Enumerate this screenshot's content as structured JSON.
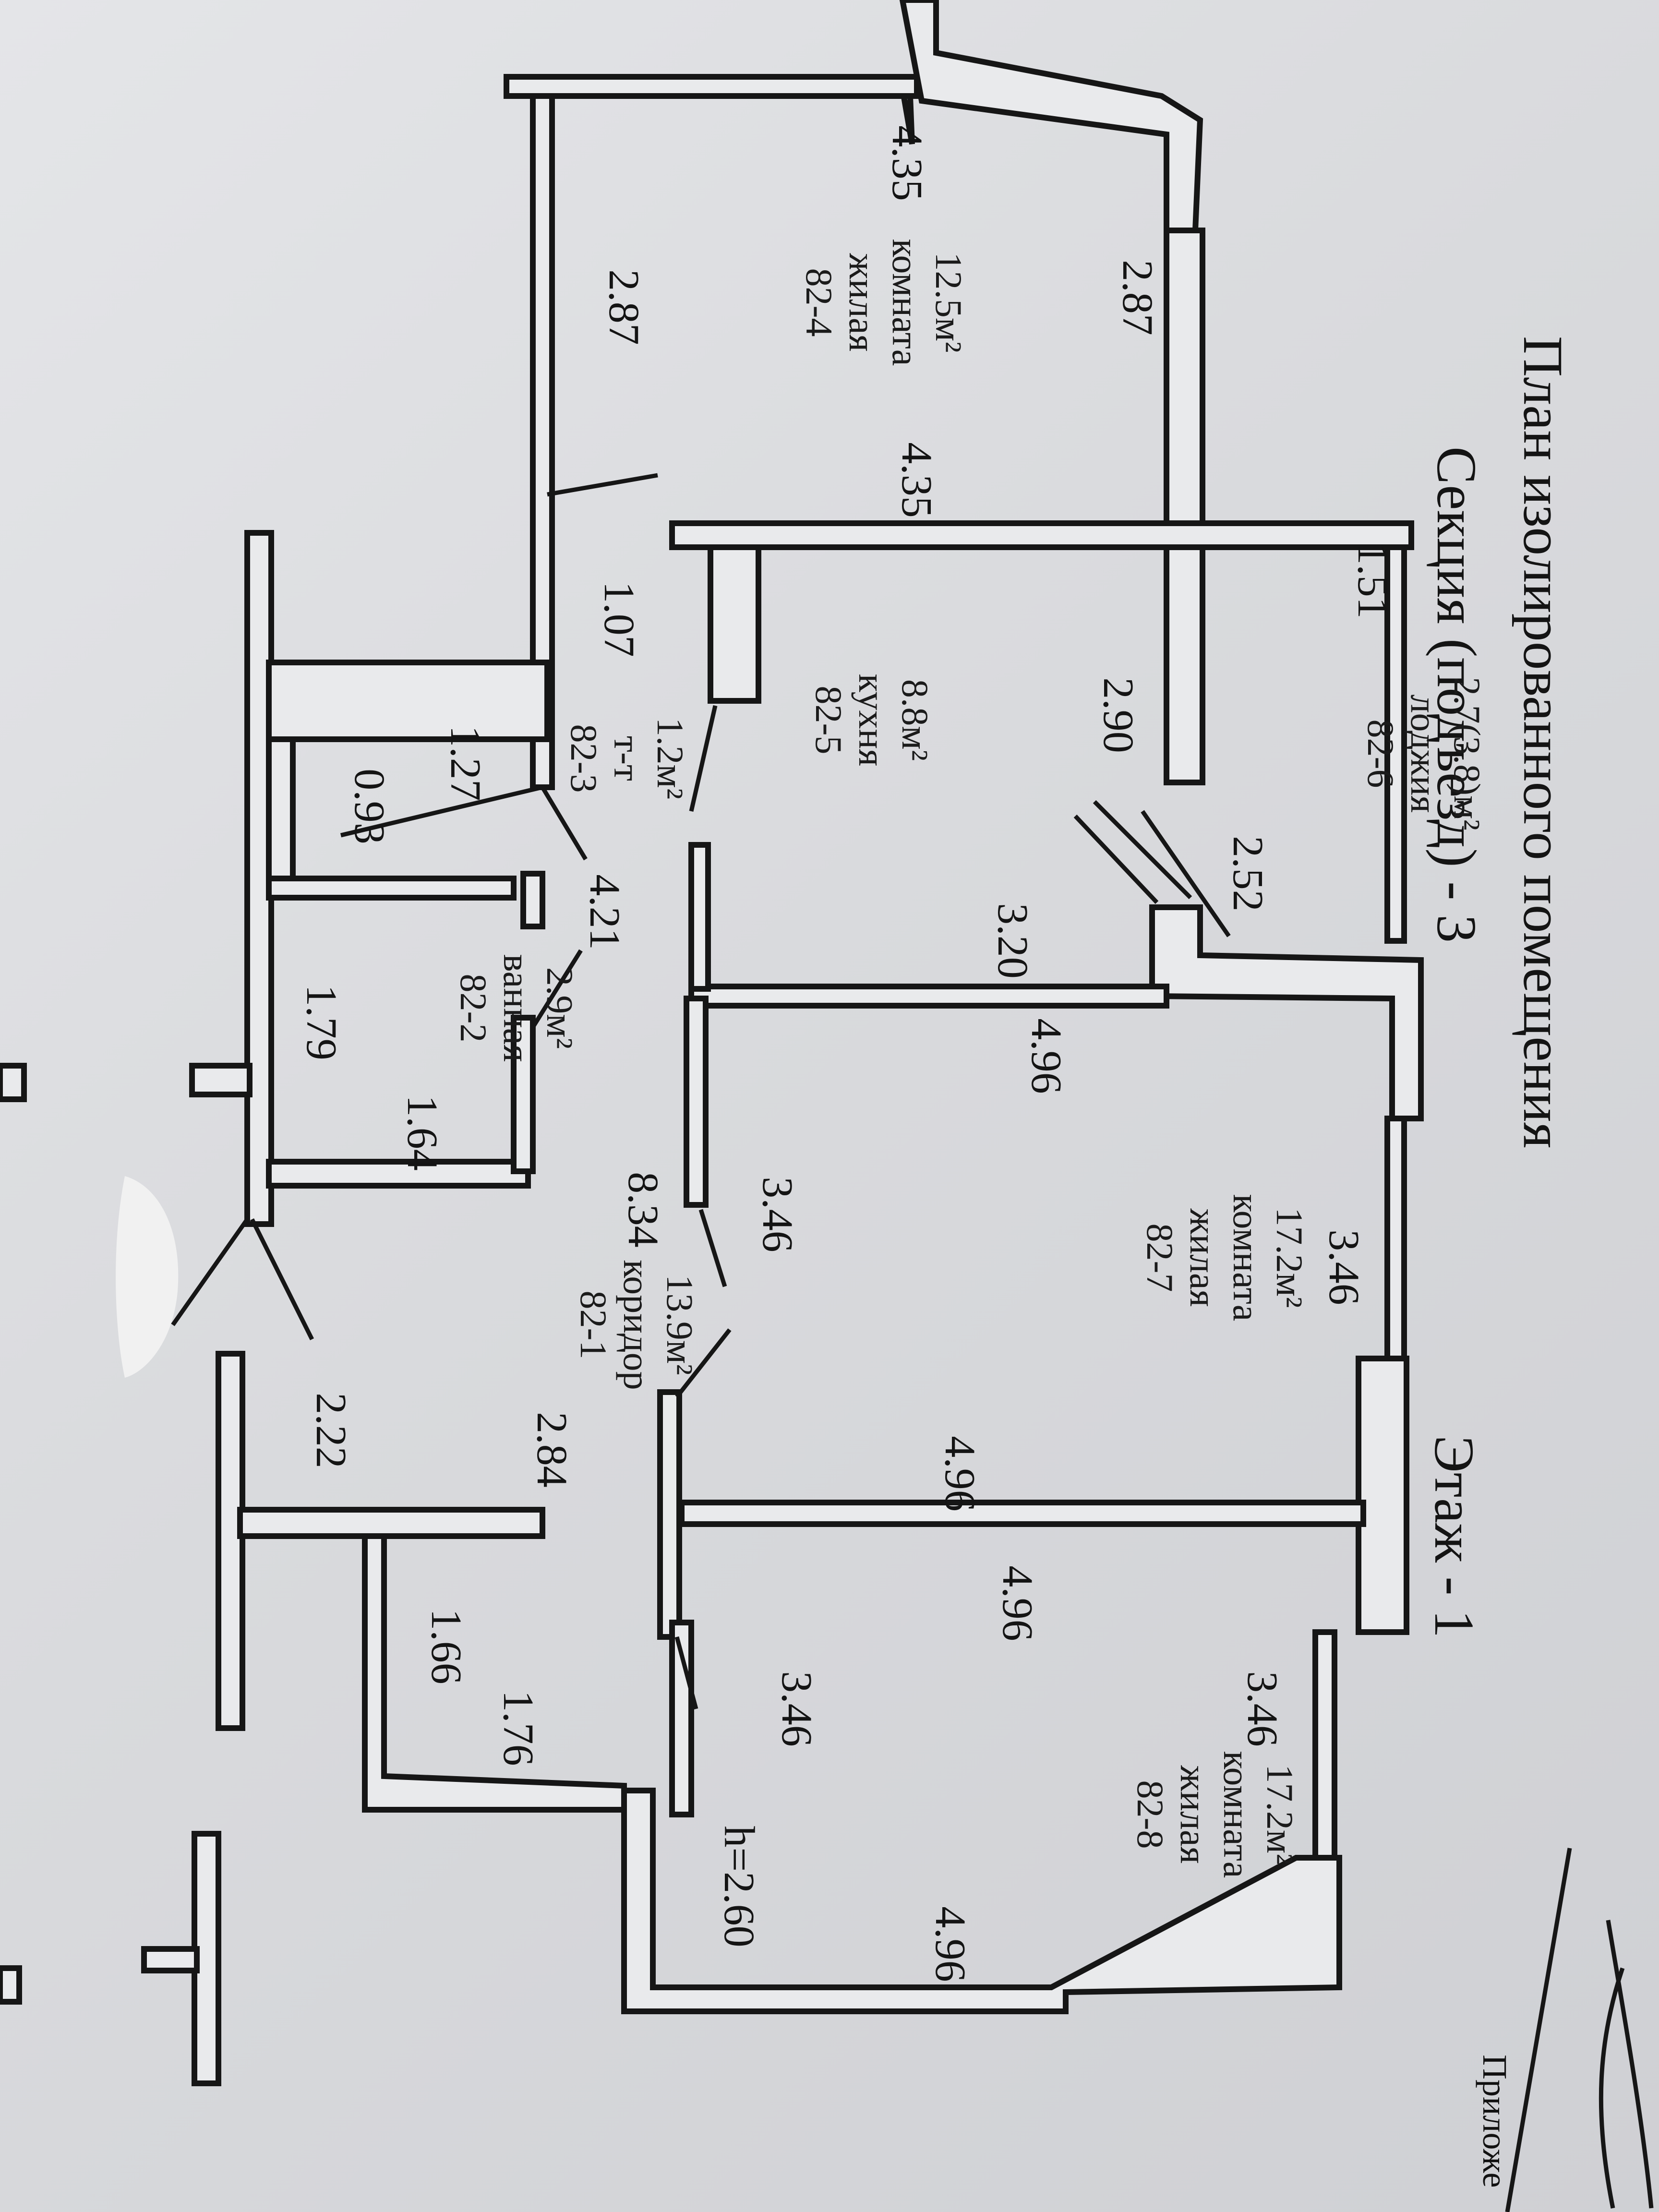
{
  "header": {
    "title": "План изолированного помещения",
    "section": "Секция (подъезд) - 3",
    "floor": "Этаж - 1",
    "appendix": "Приложе"
  },
  "rooms": [
    {
      "id": "82-4",
      "type": "жилая",
      "name": "комната",
      "area": "12.5м²"
    },
    {
      "id": "82-5",
      "name": "кухня",
      "area": "8.8м²"
    },
    {
      "id": "82-6",
      "name": "лоджия",
      "area": "2.7(3.8)м²"
    },
    {
      "id": "82-3",
      "name": "т-т",
      "area": "1.2м²"
    },
    {
      "id": "82-2",
      "name": "ванная",
      "area": "2.9м²"
    },
    {
      "id": "82-7",
      "type": "жилая",
      "name": "комната",
      "area": "17.2м²"
    },
    {
      "id": "82-1",
      "name": "коридор",
      "area": "13.9м²"
    },
    {
      "id": "82-8",
      "type": "жилая",
      "name": "комната",
      "area": "17.2м²"
    }
  ],
  "dimensions": {
    "d435a": "4.35",
    "d435b": "4.35",
    "d287a": "2.87",
    "d287b": "2.87",
    "d151": "1.51",
    "d290": "2.90",
    "d252": "2.52",
    "d320": "3.20",
    "d107": "1.07",
    "d127": "1.27",
    "d093": "0.93",
    "d421": "4.21",
    "d179": "1.79",
    "d164": "1.64",
    "d834": "8.34",
    "d496a": "4.96",
    "d346a": "3.46",
    "d346b": "3.46",
    "d496b": "4.96",
    "d222": "2.22",
    "d284": "2.84",
    "d166": "1.66",
    "d176": "1.76",
    "d496c": "4.96",
    "d346c": "3.46",
    "d346d": "3.46",
    "d496d": "4.96",
    "height": "h=2.60"
  }
}
